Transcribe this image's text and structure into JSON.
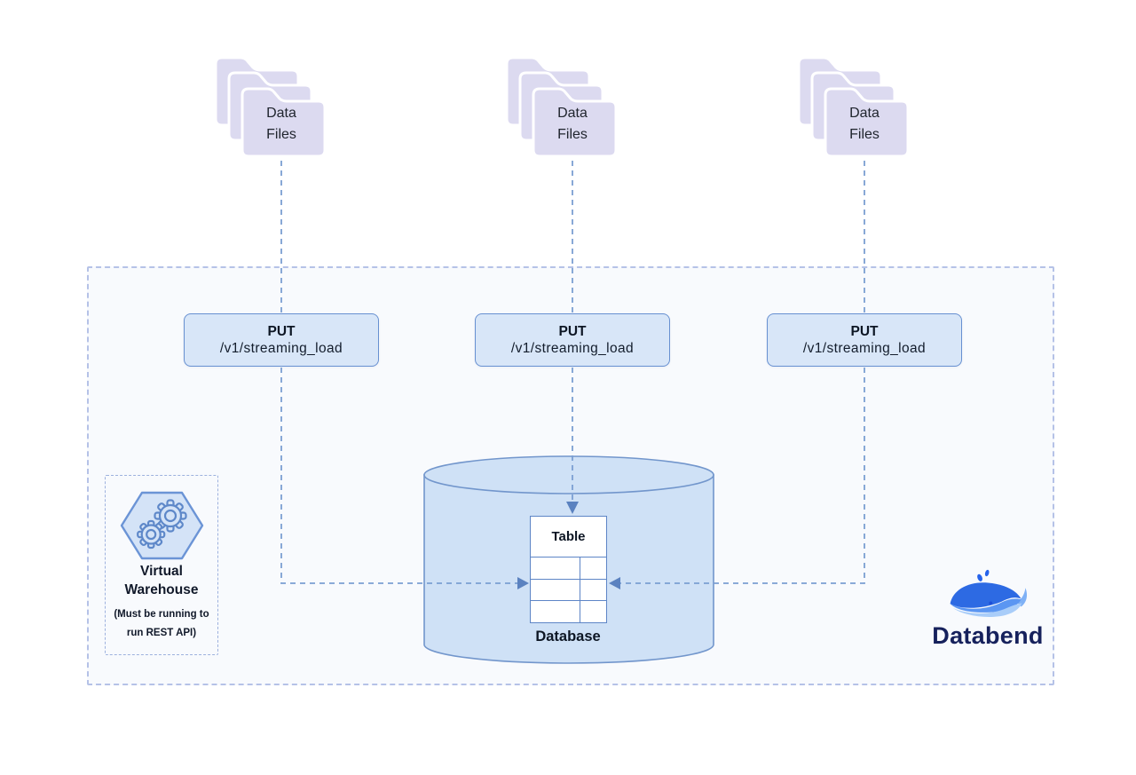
{
  "folders": [
    {
      "label": "Data Files"
    },
    {
      "label": "Data Files"
    },
    {
      "label": "Data Files"
    }
  ],
  "put_endpoints": [
    {
      "method": "PUT",
      "path": "/v1/streaming_load"
    },
    {
      "method": "PUT",
      "path": "/v1/streaming_load"
    },
    {
      "method": "PUT",
      "path": "/v1/streaming_load"
    }
  ],
  "database": {
    "table_label": "Table",
    "label": "Database"
  },
  "warehouse": {
    "title": "Virtual Warehouse",
    "note": "(Must be running to run REST API)"
  },
  "logo": {
    "brand": "Databend"
  },
  "colors": {
    "container_fill": "#f8fafd",
    "container_border": "#b5c2e7",
    "folder_fill": "#dcdaf0",
    "box_fill": "#d8e6f8",
    "box_border": "#6790d1",
    "cylinder_fill": "#cfe1f6",
    "cylinder_border": "#7296cc",
    "connector": "#7b9fd2",
    "arrow": "#5b82c0",
    "logo_navy": "#16215c",
    "whale_dark": "#2d6ae3",
    "whale_mid": "#5b96f2",
    "whale_light": "#a9cdf9"
  }
}
